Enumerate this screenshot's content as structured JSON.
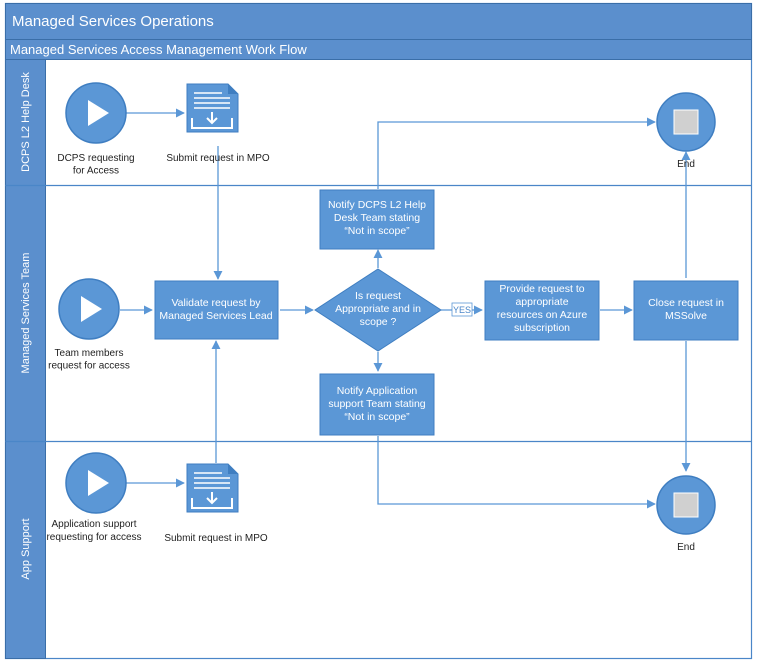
{
  "title": "Managed Services Operations",
  "subtitle": "Managed Services Access Management Work Flow",
  "lanes": {
    "dcps": "DCPS L2 Help Desk",
    "team": "Managed Services Team",
    "app": "App Support"
  },
  "nodes": {
    "dcps_start": [
      "DCPS requesting",
      "for Access"
    ],
    "submit_mpo_top": [
      "Submit request in MPO"
    ],
    "end_top": [
      "End"
    ],
    "team_start": [
      "Team members",
      "request for access"
    ],
    "validate": [
      "Validate request by",
      "Managed Services Lead"
    ],
    "decision": [
      "Is request",
      "Appropriate and in",
      "scope ?"
    ],
    "yes": "YES",
    "notify_dcps": [
      "Notify DCPS L2 Help",
      "Desk Team stating",
      "“Not in scope”"
    ],
    "provide": [
      "Provide request to",
      "appropriate",
      "resources on Azure",
      "subscription"
    ],
    "close": [
      "Close request in",
      "MSSolve"
    ],
    "notify_app": [
      "Notify Application",
      "support Team stating",
      "“Not in scope”"
    ],
    "app_start": [
      "Application support",
      "requesting for access"
    ],
    "submit_mpo_bottom": [
      "Submit request in MPO"
    ],
    "end_bottom": [
      "End"
    ]
  },
  "colors": {
    "header": "#5b8fcd",
    "header_border": "#3a6ea8",
    "node_fill": "#5b97d6",
    "node_stroke": "#3f7ec1",
    "connector": "#5b97d6",
    "lane_line": "#4a86c8",
    "stop_square": "#d0d0d0",
    "yes_text": "#4a86c8"
  },
  "icons": {
    "start": "play-icon",
    "end": "stop-square-icon",
    "submit": "document-inbox-icon"
  }
}
